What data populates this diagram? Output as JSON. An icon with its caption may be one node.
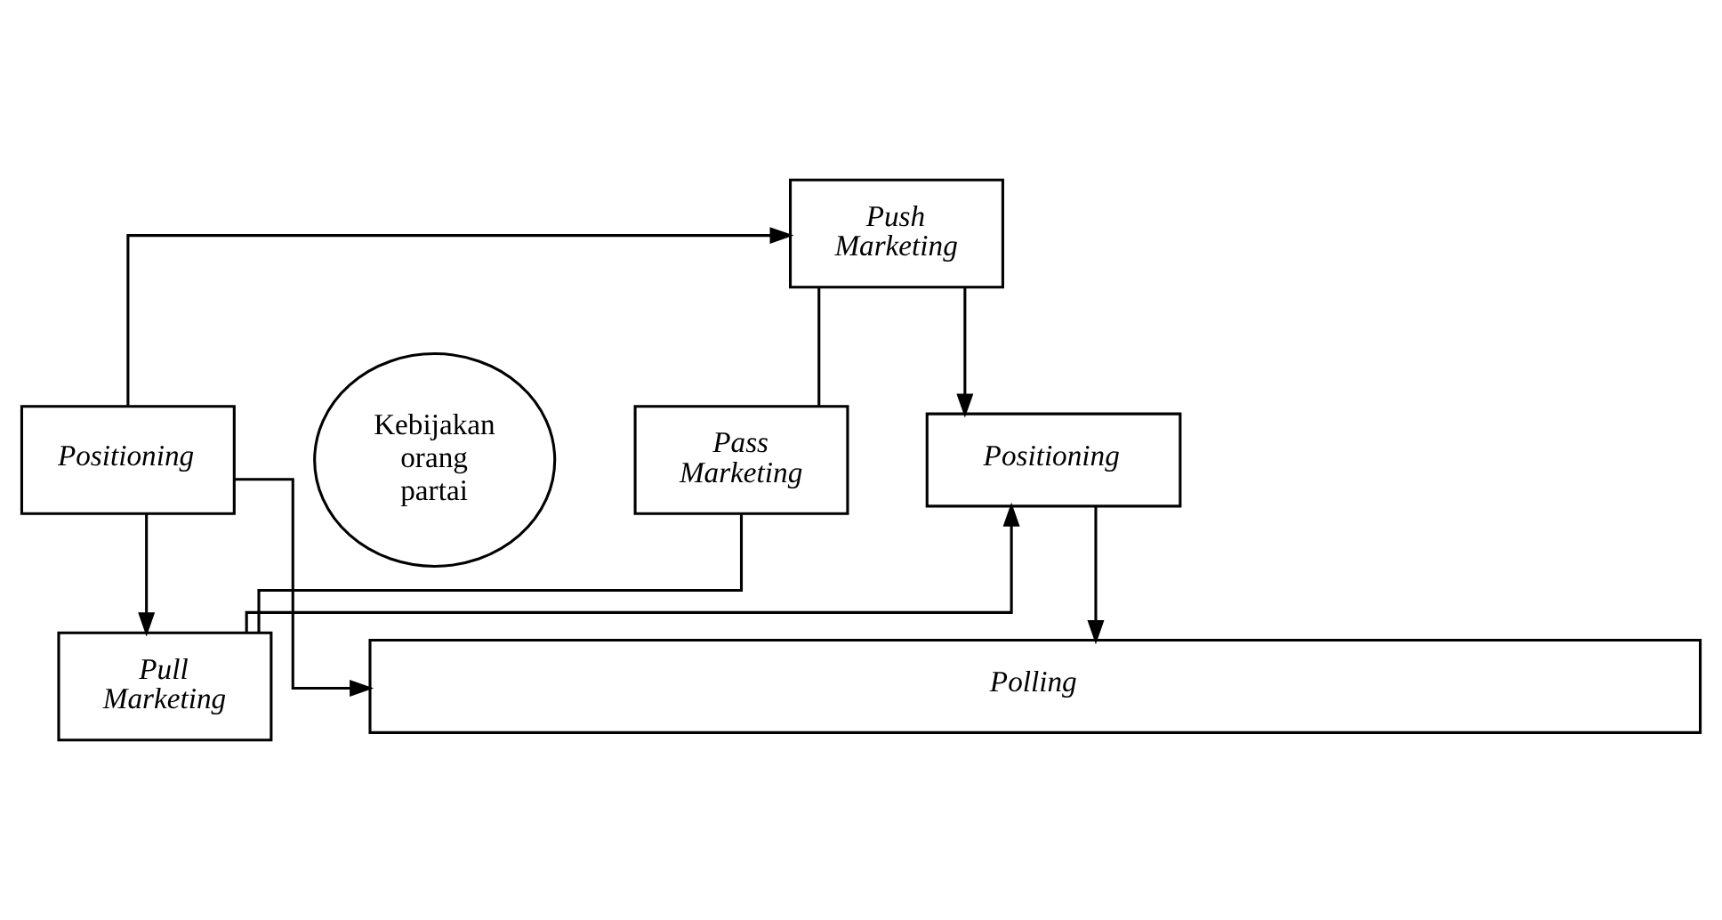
{
  "diagram": {
    "nodes": [
      {
        "text": [
          "Positioning"
        ]
      },
      {
        "text": [
          "Kebijakan orang partai"
        ]
      },
      {
        "text": [
          "Push Marketing"
        ]
      },
      {
        "text": [
          "Pass Marketing"
        ]
      },
      {
        "text": [
          "Pull Marketing"
        ]
      },
      {
        "text": [
          "Positioning"
        ]
      },
      {
        "text": [
          "Polling"
        ]
      }
    ],
    "edges": [
      {
        "from": 0,
        "to": 2,
        "arrow": "to"
      },
      {
        "from": 0,
        "to": 4,
        "arrow": "to"
      },
      {
        "from": 0,
        "to": 6,
        "arrow": "to"
      },
      {
        "from": 2,
        "to": 5,
        "arrow": "to"
      },
      {
        "from": 4,
        "to": 5,
        "arrow": "to"
      },
      {
        "from": 5,
        "to": 6,
        "arrow": "to"
      },
      {
        "from": 2,
        "to": 3,
        "arrow": "none"
      },
      {
        "from": 3,
        "to": 4,
        "arrow": "none"
      }
    ]
  }
}
